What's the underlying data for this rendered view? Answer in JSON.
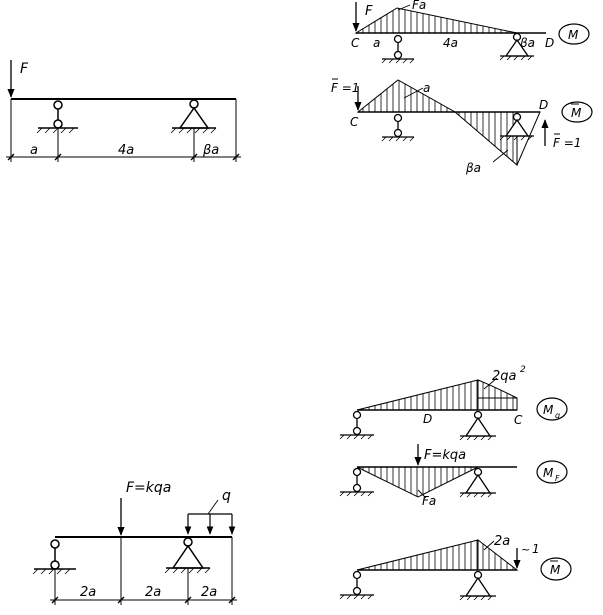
{
  "fig1": {
    "force_label": "F",
    "dim_a": "a",
    "dim_4a": "4a",
    "dim_beta_a": "βa"
  },
  "fig2": {
    "force_label": "F",
    "peak_label": "Fa",
    "point_c": "C",
    "point_d": "D",
    "dim_a": "a",
    "dim_4a": "4a",
    "dim_beta_a": "βa",
    "diagram_tag": "M"
  },
  "fig3": {
    "unit_force_left": "F =1",
    "peak_label": "a",
    "point_c": "C",
    "point_d": "D",
    "low_label": "βa",
    "unit_force_right": "F =1",
    "diagram_tag": "M"
  },
  "fig4": {
    "force_label": "F=kqa",
    "load_label": "q",
    "dim_1": "2a",
    "dim_2": "2a",
    "dim_3": "2a"
  },
  "fig5": {
    "peak_label": "2qa",
    "peak_exp": "2",
    "point_d": "D",
    "point_c": "C",
    "diagram_tag": "M",
    "diagram_tag_sub": "q"
  },
  "fig6": {
    "force_label": "F=kqa",
    "low_label": "Fa",
    "diagram_tag": "M",
    "diagram_tag_sub": "F"
  },
  "fig7": {
    "peak_label": "2a",
    "unit_label": "1",
    "diagram_tag": "M"
  }
}
